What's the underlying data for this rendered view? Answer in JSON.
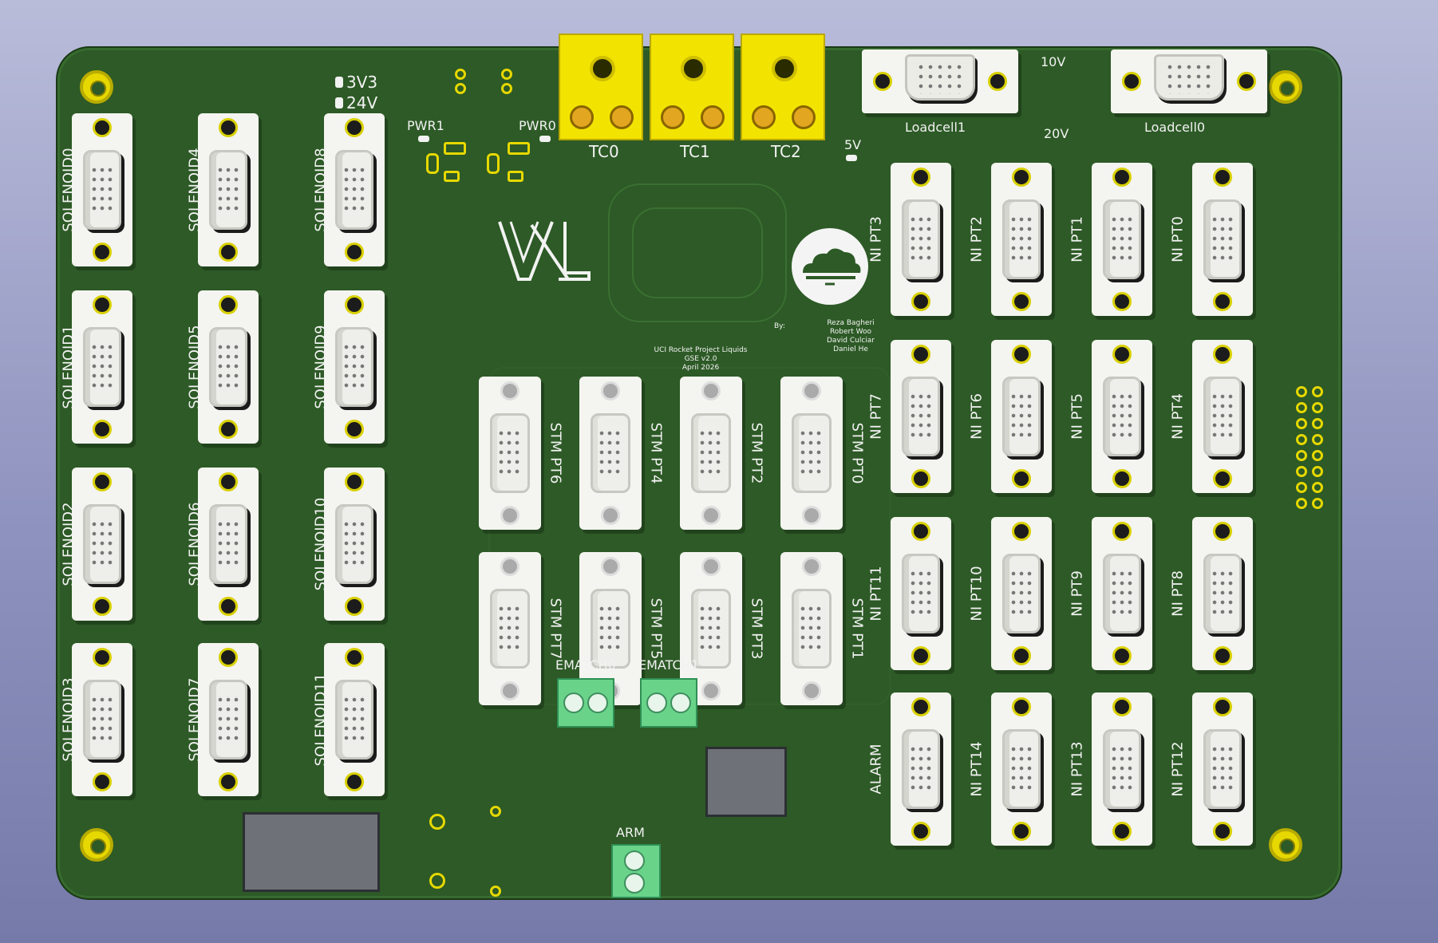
{
  "board": {
    "power_labels": {
      "v3": "3V3",
      "v24": "24V",
      "pwr1": "PWR1",
      "pwr0": "PWR0",
      "v5": "5V",
      "v10": "10V",
      "v20": "20V"
    },
    "thermocouples": [
      "TC0",
      "TC1",
      "TC2"
    ],
    "loadcells": [
      "Loadcell1",
      "Loadcell0"
    ],
    "solenoids": [
      [
        "SOLENOID0",
        "SOLENOID1",
        "SOLENOID2",
        "SOLENOID3"
      ],
      [
        "SOLENOID4",
        "SOLENOID5",
        "SOLENOID6",
        "SOLENOID7"
      ],
      [
        "SOLENOID8",
        "SOLENOID9",
        "SOLENOID10",
        "SOLENOID11"
      ]
    ],
    "stm_top": [
      "STM PT6",
      "STM PT4",
      "STM PT2",
      "STM PT0"
    ],
    "stm_bottom": [
      "STM PT7",
      "STM PT5",
      "STM PT3",
      "STM PT1"
    ],
    "ni_rows": [
      [
        "NI PT3",
        "NI PT2",
        "NI PT1",
        "NI PT0"
      ],
      [
        "NI PT7",
        "NI PT6",
        "NI PT5",
        "NI PT4"
      ],
      [
        "NI PT11",
        "NI PT10",
        "NI PT9",
        "NI PT8"
      ],
      [
        "ALARM",
        "NI PT14",
        "NI PT13",
        "NI PT12"
      ]
    ],
    "ematch": [
      "EMATCH0",
      "EMATCH1"
    ],
    "arm": "ARM",
    "credits": {
      "by": "By:",
      "names": [
        "Reza Bagheri",
        "Robert Woo",
        "David Culciar",
        "Daniel He"
      ],
      "project": "UCI Rocket Project Liquids",
      "version": "GSE v2.0",
      "date": "April 2026"
    }
  },
  "colors": {
    "pcb": "#2d5a26",
    "silkscreen": "#f2f2f2",
    "pad": "#e6d800",
    "thermocouple": "#f2e400",
    "terminal": "#69d38a"
  }
}
